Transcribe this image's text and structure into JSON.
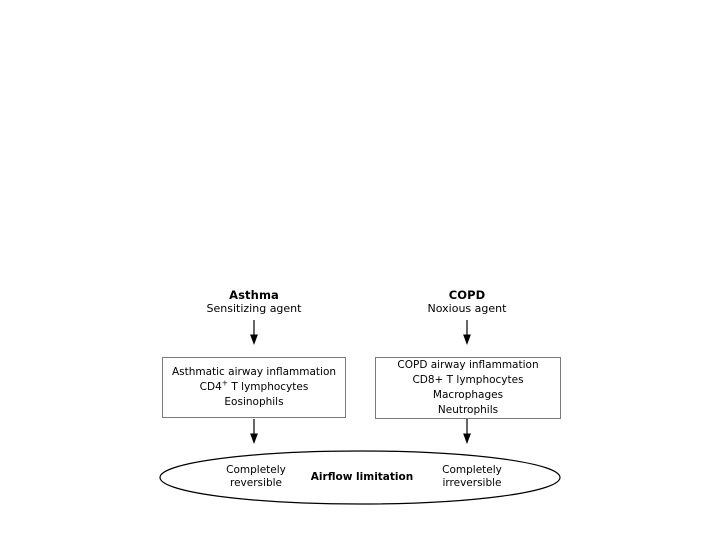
{
  "diagram": {
    "columns": [
      {
        "id": "asthma",
        "title": "Asthma",
        "subtitle": "Sensitizing agent",
        "box_lines": [
          "Asthmatic airway inflammation",
          "CD4",
          " T lymphocytes",
          "Eosinophils"
        ],
        "box_line_1": "Asthmatic airway inflammation",
        "box_line_2_pre": "CD4",
        "box_line_2_sup": "+",
        "box_line_2_post": " T lymphocytes",
        "box_line_3": "Eosinophils",
        "outcome": {
          "line1": "Completely",
          "line2": "reversible"
        }
      },
      {
        "id": "copd",
        "title": "COPD",
        "subtitle": "Noxious agent",
        "box_line_1": "COPD airway inflammation",
        "box_line_2": "CD8+ T lymphocytes",
        "box_line_3": "Macrophages",
        "box_line_4": "Neutrophils",
        "outcome": {
          "line1": "Completely",
          "line2": "irreversible"
        }
      }
    ],
    "ellipse": {
      "center_label": "Airflow limitation"
    },
    "colors": {
      "box_border": "#7a7a7a",
      "ellipse_stroke": "#000000",
      "arrow": "#000000",
      "text": "#000000",
      "background": "#ffffff"
    }
  }
}
